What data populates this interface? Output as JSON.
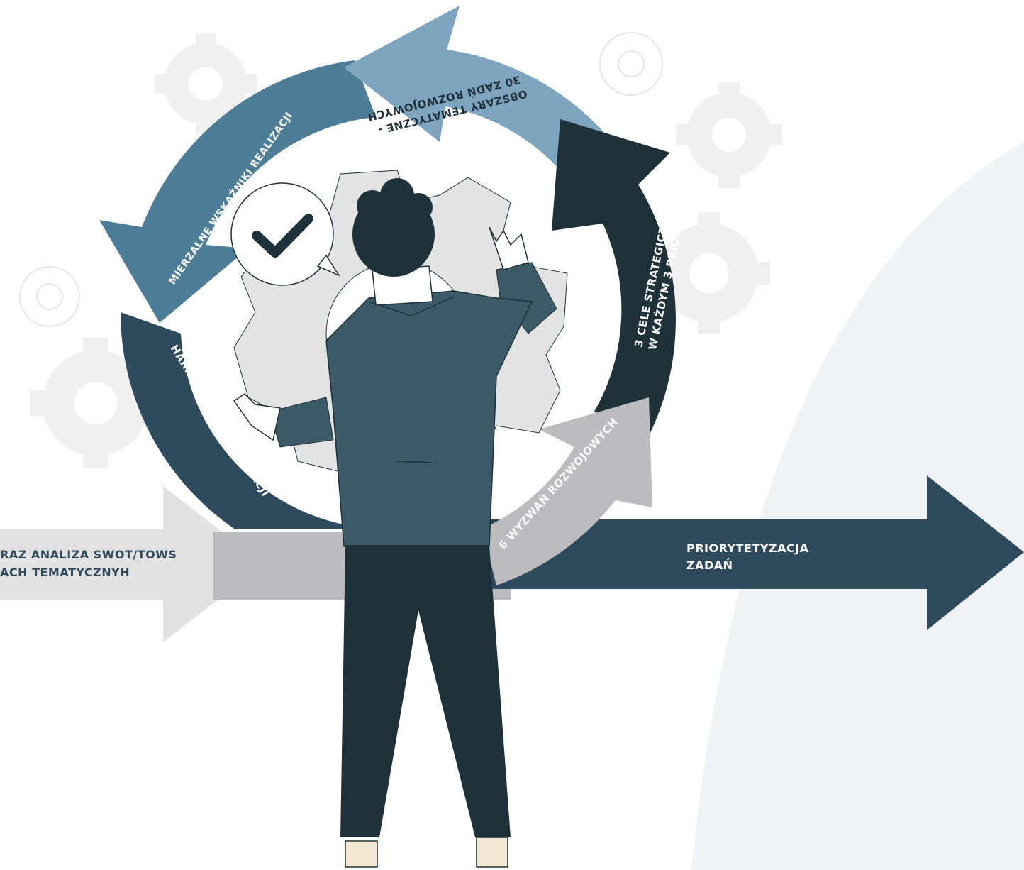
{
  "colors": {
    "navy": "#2E4A5C",
    "dark": "#1F3139",
    "steel_blue": "#4E7E97",
    "light_blue": "#7FA4BF",
    "light_gray": "#E2E2E3",
    "mid_gray": "#BCBBBE",
    "gear_gray": "#F0F0F0",
    "bg_curve": "#F1F2F6",
    "jacket": "#3D5A68",
    "pants": "#1F3139"
  },
  "input_arrow": {
    "line1": "RAZ ANALIZA SWOT/TOWS",
    "line2": "ACH TEMATYCZNYH"
  },
  "output_arrow": {
    "line1": "PRIORYTETYZACJA",
    "line2": "ZADAŃ"
  },
  "cycle": {
    "segment_thematic": {
      "line1": "OBSZARY TEMATYCZNE -",
      "line2": "30 ZADŃ ROZWOJOWYCH"
    },
    "segment_goals": {
      "line1": "3 CELE STRATEGICZNE,",
      "line2": "W KAŻDYM 3 PRIORYTETY"
    },
    "segment_challenges": {
      "line1": "6 WYZWAŃ ROZWOJOWYCH"
    },
    "segment_schedule": {
      "line1": "HARMONOGRAM REALIZACJI"
    },
    "segment_indicators": {
      "line1": "MIERZALNE WSKAŹNIKI REALIZACJI"
    }
  },
  "icons": {
    "checkmark": "checkmark-icon",
    "gear": "gear-icon",
    "person": "businessman-illustration"
  }
}
